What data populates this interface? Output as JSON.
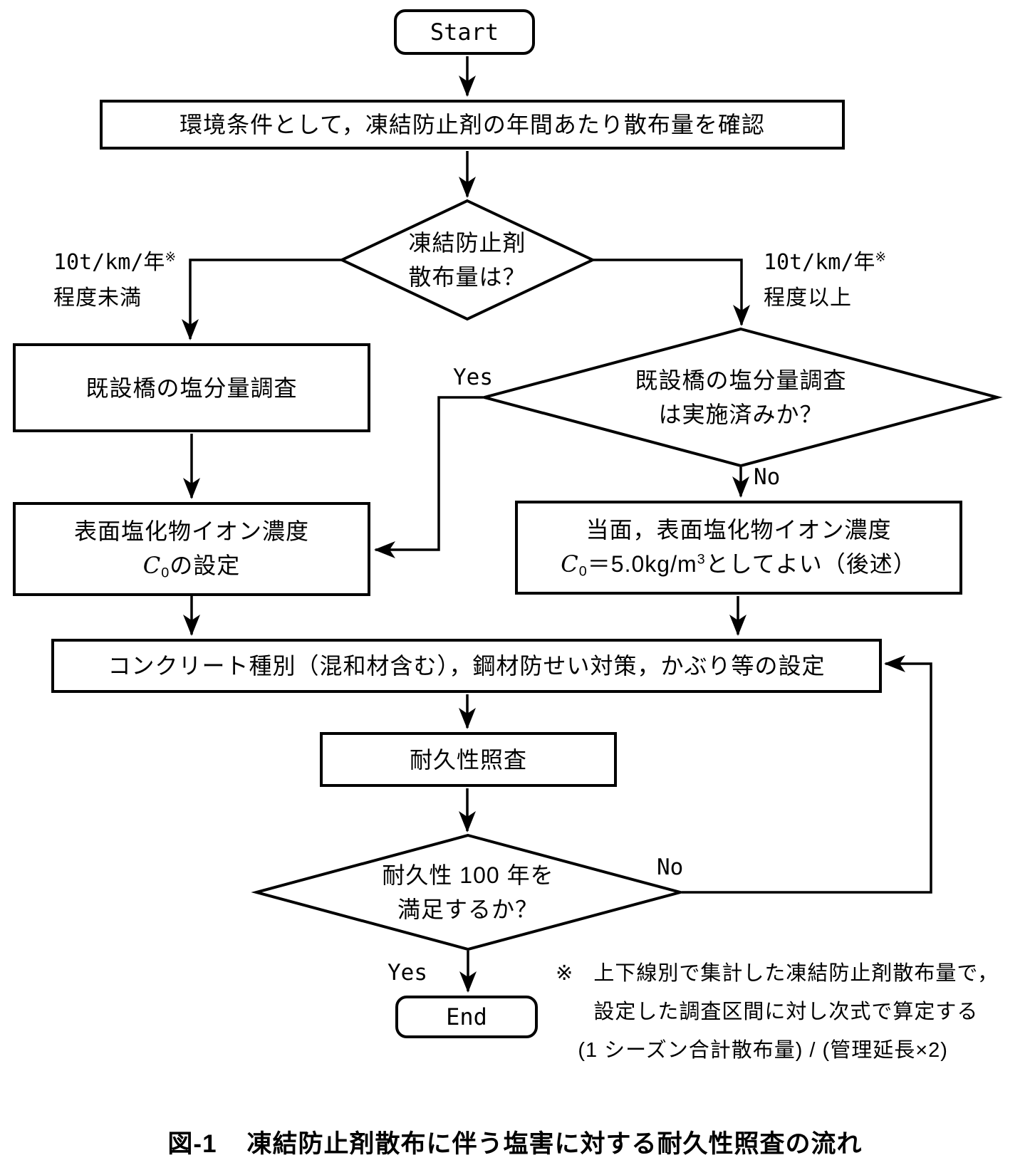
{
  "flowchart": {
    "start_label": "Start",
    "end_label": "End",
    "yes_label": "Yes",
    "no_label": "No",
    "check_env": "環境条件として，凍結防止剤の年間あたり散布量を確認",
    "decision_amount": {
      "line1": "凍結防止剤",
      "line2": "散布量は？"
    },
    "branch_less": {
      "value": "10t/km/年",
      "ref_mark": "※",
      "qualifier": "程度未満"
    },
    "branch_more": {
      "value": "10t/km/年",
      "ref_mark": "※",
      "qualifier": "程度以上"
    },
    "survey_box": "既設橋の塩分量調査",
    "decision_survey": {
      "line1": "既設橋の塩分量調査",
      "line2": "は実施済みか？"
    },
    "set_c0_box": {
      "line1": "表面塩化物イオン濃度",
      "var": "C",
      "sub": "0",
      "rest": "の設定"
    },
    "default_c0_box": {
      "line1": "当面，表面塩化物イオン濃度",
      "var": "C",
      "sub": "0",
      "mid": "＝5.0kg/m",
      "sup": "3",
      "rest": "としてよい（後述）"
    },
    "design_box": "コンクリート種別（混和材含む），鋼材防せい対策，かぶり等の設定",
    "verify_box": "耐久性照査",
    "decision_durability": {
      "line1": "耐久性 100 年を",
      "line2": "満足するか？"
    },
    "note": {
      "mark": "※",
      "line1": "上下線別で集計した凍結防止剤散布量で，",
      "line2": "設定した調査区間に対し次式で算定する",
      "line3": "(1 シーズン合計散布量) / (管理延長×2)"
    },
    "colors": {
      "stroke": "#000000",
      "background": "#ffffff"
    }
  },
  "figure": {
    "label": "図-1",
    "title": "凍結防止剤散布に伴う塩害に対する耐久性照査の流れ"
  }
}
